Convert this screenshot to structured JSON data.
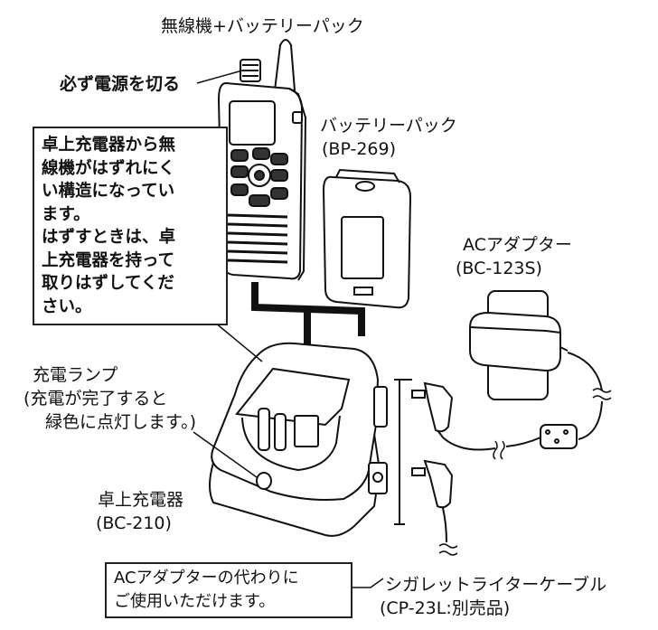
{
  "labels": {
    "radio_battery": "無線機+バッテリーパック",
    "power_off": "必ず電源を切る",
    "battery_pack": "バッテリーパック",
    "battery_model": "(BP-269)",
    "ac_adapter": "ACアダプター",
    "ac_adapter_model": "(BC-123S)",
    "charge_lamp": "充電ランプ",
    "charge_lamp_note_1": "(充電が完了すると",
    "charge_lamp_note_2": "緑色に点灯します。)",
    "desktop_charger": "卓上充電器",
    "desktop_charger_model": "(BC-210)",
    "cigarette_cable": "シガレットライターケーブル",
    "cigarette_cable_model": "(CP-23L:別売品)"
  },
  "note_removal": {
    "lines": [
      "卓上充電器から無",
      "線機がはずれにく",
      "い構造になってい",
      "ます。",
      "はずすときは、卓",
      "上充電器を持って",
      "取りはずしてくだ",
      "さい。"
    ]
  },
  "note_alternative": {
    "lines": [
      "ACアダプターの代わりに",
      "ご使用いただけます。"
    ]
  },
  "colors": {
    "ink": "#111111",
    "fill": "#ffffff",
    "shade": "#d9d9d9"
  }
}
